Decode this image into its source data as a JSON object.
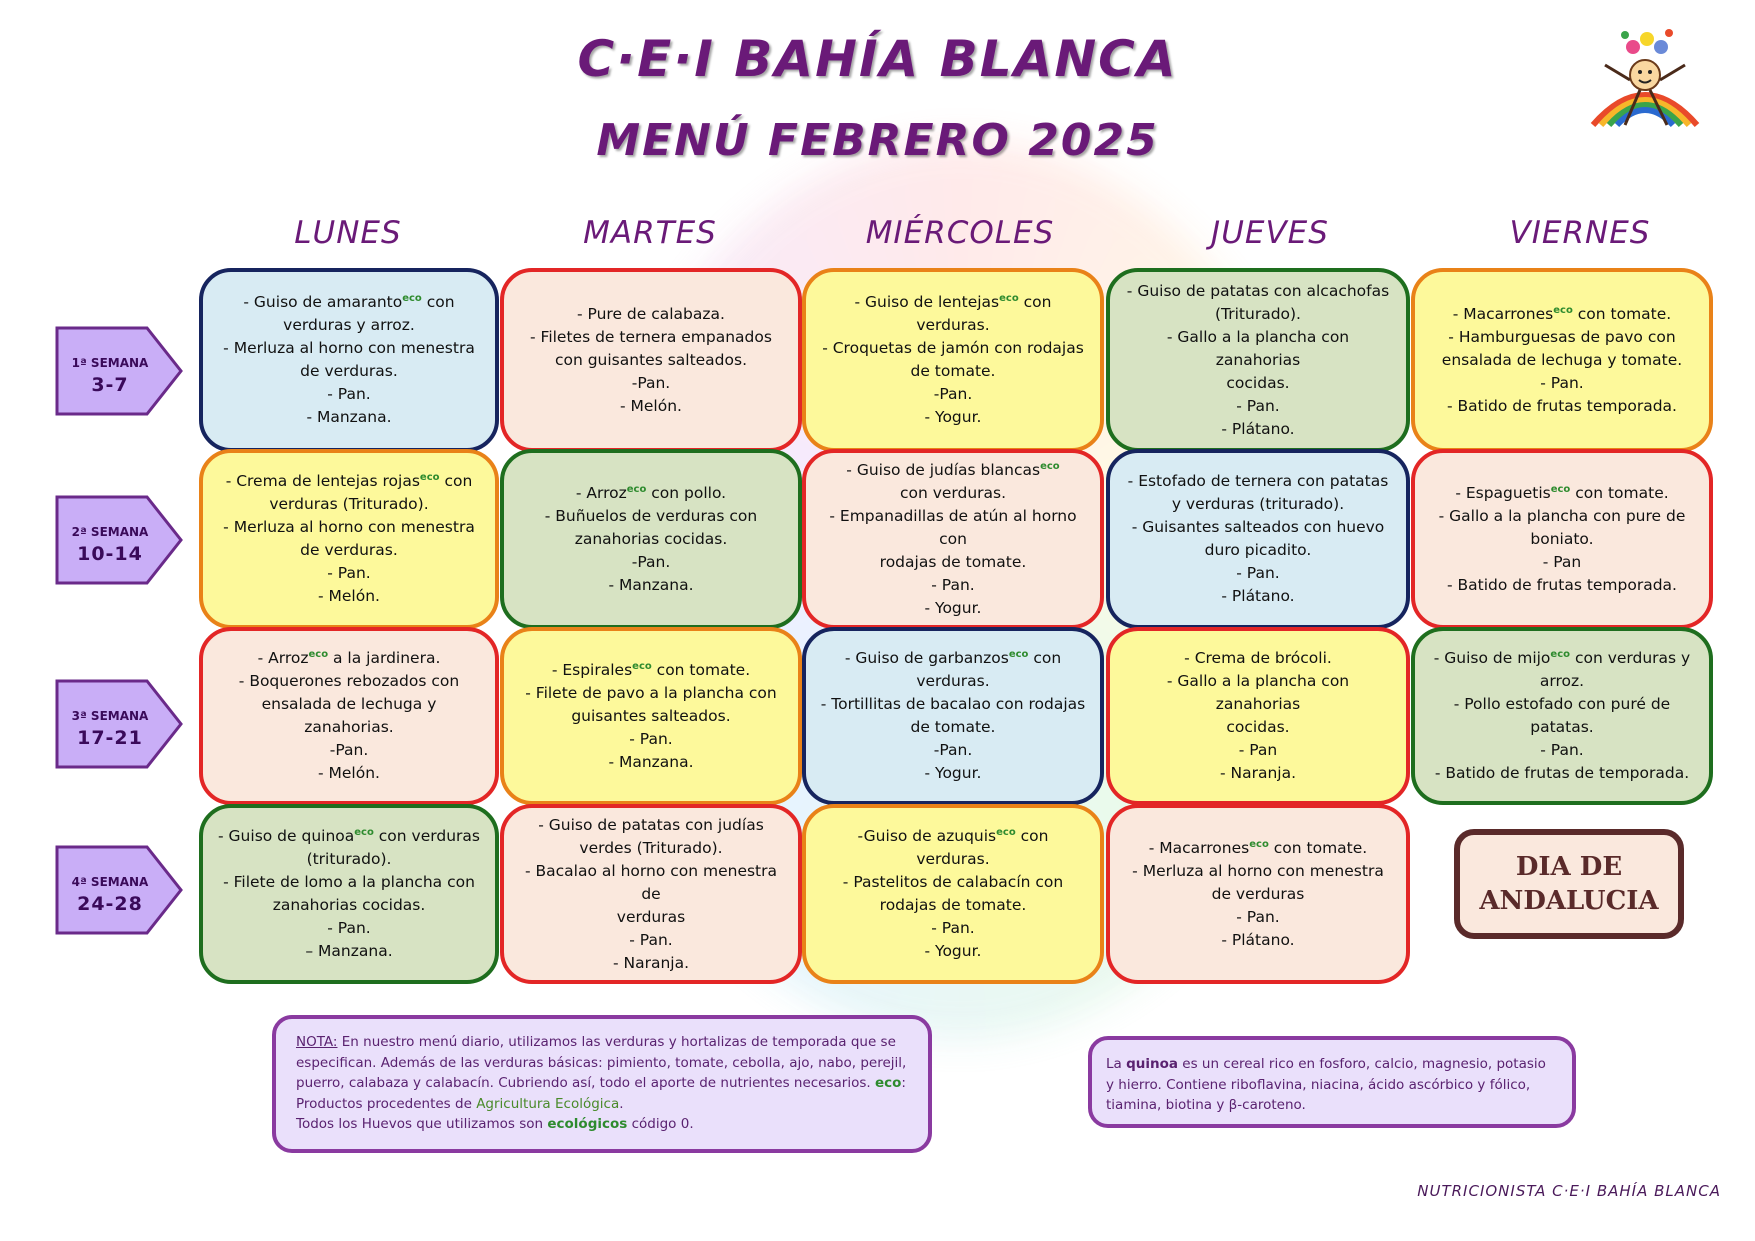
{
  "header": {
    "title": "C·E·I BAHÍA BLANCA",
    "subtitle": "MENÚ FEBRERO 2025"
  },
  "days": [
    "LUNES",
    "MARTES",
    "MIÉRCOLES",
    "JUEVES",
    "VIERNES"
  ],
  "weeks": [
    {
      "label": "1ª SEMANA",
      "range": "3-7"
    },
    {
      "label": "2ª SEMANA",
      "range": "10-14"
    },
    {
      "label": "3ª SEMANA",
      "range": "17-21"
    },
    {
      "label": "4ª SEMANA",
      "range": "24-28"
    }
  ],
  "eco_tag": "eco",
  "menu": [
    [
      {
        "bg": "blue",
        "border": "navy",
        "lines": [
          [
            "- Guiso de amaranto",
            "eco",
            " con"
          ],
          [
            "verduras y arroz."
          ],
          [
            "- Merluza al horno con menestra"
          ],
          [
            "de verduras."
          ],
          [
            "- Pan."
          ],
          [
            "- Manzana."
          ]
        ]
      },
      {
        "bg": "peach",
        "border": "red",
        "lines": [
          [
            "- Pure de calabaza."
          ],
          [
            "- Filetes de ternera empanados"
          ],
          [
            "con guisantes salteados."
          ],
          [
            "-Pan."
          ],
          [
            "- Melón."
          ]
        ]
      },
      {
        "bg": "yellow",
        "border": "orange",
        "lines": [
          [
            "- Guiso de lentejas",
            "eco",
            " con"
          ],
          [
            "verduras."
          ],
          [
            "- Croquetas de jamón con rodajas"
          ],
          [
            "de tomate."
          ],
          [
            "-Pan."
          ],
          [
            "- Yogur."
          ]
        ]
      },
      {
        "bg": "green",
        "border": "dgreen",
        "lines": [
          [
            "- Guiso de patatas con alcachofas"
          ],
          [
            "(Triturado)."
          ],
          [
            "- Gallo a la plancha con zanahorias"
          ],
          [
            "cocidas."
          ],
          [
            "- Pan."
          ],
          [
            "- Plátano."
          ]
        ]
      },
      {
        "bg": "yellow",
        "border": "orange",
        "lines": [
          [
            "- Macarrones",
            "eco",
            " con tomate."
          ],
          [
            "- Hamburguesas de pavo con"
          ],
          [
            "ensalada de lechuga y tomate."
          ],
          [
            "- Pan."
          ],
          [
            "- Batido de frutas temporada."
          ]
        ]
      }
    ],
    [
      {
        "bg": "yellow",
        "border": "orange",
        "lines": [
          [
            "- Crema de lentejas rojas",
            "eco",
            " con"
          ],
          [
            "verduras (Triturado)."
          ],
          [
            "- Merluza al horno con menestra"
          ],
          [
            "de verduras."
          ],
          [
            "- Pan."
          ],
          [
            "- Melón."
          ]
        ]
      },
      {
        "bg": "green",
        "border": "dgreen",
        "lines": [
          [
            "- Arroz",
            "eco",
            " con pollo."
          ],
          [
            "- Buñuelos de verduras con"
          ],
          [
            "zanahorias cocidas."
          ],
          [
            "-Pan."
          ],
          [
            "- Manzana."
          ]
        ]
      },
      {
        "bg": "peach",
        "border": "red",
        "lines": [
          [
            "- Guiso de judías blancas",
            "eco",
            ""
          ],
          [
            "con verduras."
          ],
          [
            "- Empanadillas de atún al horno con"
          ],
          [
            "rodajas de tomate."
          ],
          [
            "- Pan."
          ],
          [
            "- Yogur."
          ]
        ]
      },
      {
        "bg": "blue",
        "border": "navy",
        "lines": [
          [
            "- Estofado de ternera con patatas"
          ],
          [
            "y verduras (triturado)."
          ],
          [
            "- Guisantes salteados con huevo"
          ],
          [
            "duro picadito."
          ],
          [
            "- Pan."
          ],
          [
            "- Plátano."
          ]
        ]
      },
      {
        "bg": "peach",
        "border": "red",
        "lines": [
          [
            "- Espaguetis",
            "eco",
            " con tomate."
          ],
          [
            "- Gallo a la plancha con pure de"
          ],
          [
            "boniato."
          ],
          [
            "- Pan"
          ],
          [
            "- Batido de frutas temporada."
          ]
        ]
      }
    ],
    [
      {
        "bg": "peach",
        "border": "red",
        "lines": [
          [
            "- Arroz",
            "eco",
            " a la jardinera."
          ],
          [
            "- Boquerones rebozados con"
          ],
          [
            "ensalada de lechuga y zanahorias."
          ],
          [
            "-Pan."
          ],
          [
            "- Melón."
          ]
        ]
      },
      {
        "bg": "yellow",
        "border": "orange",
        "lines": [
          [
            "- Espirales",
            "eco",
            " con tomate."
          ],
          [
            "- Filete de pavo a la plancha con"
          ],
          [
            "guisantes salteados."
          ],
          [
            "- Pan."
          ],
          [
            "- Manzana."
          ]
        ]
      },
      {
        "bg": "blue",
        "border": "navy",
        "lines": [
          [
            "- Guiso de garbanzos",
            "eco",
            " con"
          ],
          [
            "verduras."
          ],
          [
            "- Tortillitas de bacalao con rodajas"
          ],
          [
            "de tomate."
          ],
          [
            "-Pan."
          ],
          [
            "- Yogur."
          ]
        ]
      },
      {
        "bg": "yellow",
        "border": "red",
        "lines": [
          [
            "-  Crema de brócoli."
          ],
          [
            "- Gallo a la plancha con zanahorias"
          ],
          [
            "cocidas."
          ],
          [
            "- Pan"
          ],
          [
            "- Naranja."
          ]
        ]
      },
      {
        "bg": "green",
        "border": "dgreen",
        "lines": [
          [
            "- Guiso de mijo",
            "eco",
            " con verduras y"
          ],
          [
            "arroz."
          ],
          [
            "- Pollo estofado con puré de"
          ],
          [
            "patatas."
          ],
          [
            "- Pan."
          ],
          [
            "- Batido de frutas de temporada."
          ]
        ]
      }
    ],
    [
      {
        "bg": "green",
        "border": "dgreen",
        "lines": [
          [
            "- Guiso de quinoa",
            "eco",
            " con verduras"
          ],
          [
            "(triturado)."
          ],
          [
            "- Filete de lomo a la plancha con"
          ],
          [
            "zanahorias cocidas."
          ],
          [
            "- Pan."
          ],
          [
            "– Manzana."
          ]
        ]
      },
      {
        "bg": "peach",
        "border": "red",
        "lines": [
          [
            "- Guiso de patatas con judías"
          ],
          [
            "verdes (Triturado)."
          ],
          [
            "- Bacalao al horno con menestra de"
          ],
          [
            "verduras"
          ],
          [
            "- Pan."
          ],
          [
            "- Naranja."
          ]
        ]
      },
      {
        "bg": "yellow",
        "border": "orange",
        "lines": [
          [
            "-Guiso de azuquis",
            "eco",
            "  con"
          ],
          [
            "verduras."
          ],
          [
            "- Pastelitos de calabacín con"
          ],
          [
            "rodajas de tomate."
          ],
          [
            "- Pan."
          ],
          [
            "- Yogur."
          ]
        ]
      },
      {
        "bg": "peach",
        "border": "red",
        "lines": [
          [
            "- Macarrones",
            "eco",
            " con tomate."
          ],
          [
            "- Merluza al horno con menestra"
          ],
          [
            "de verduras"
          ],
          [
            "- Pan."
          ],
          [
            "- Plátano."
          ]
        ]
      }
    ]
  ],
  "holiday": {
    "line1": "DIA DE",
    "line2": "ANDALUCIA"
  },
  "note1": {
    "label": "NOTA:",
    "text1": " En nuestro menú diario, utilizamos las verduras y hortalizas de temporada que se especifican. Además de las verduras básicas: pimiento, tomate, cebolla, ajo, nabo, perejil, puerro, calabaza y calabacín. Cubriendo así, todo el aporte de nutrientes necesarios. ",
    "eco": "eco",
    "text2": ": Productos procedentes de ",
    "agri": "Agricultura Ecológica",
    "text3": ".",
    "eggs_a": "Todos los Huevos que utilizamos son ",
    "eggs_b": "ecológicos",
    "eggs_c": " código 0."
  },
  "note2": {
    "a": "La ",
    "quinoa": "quinoa",
    "b": " es un cereal rico en fosforo, calcio, magnesio, potasio y hierro. Contiene riboflavina, niacina, ácido ascórbico y fólico, tiamina, biotina y β-caroteno."
  },
  "footer": "NUTRICIONISTA C·E·I BAHÍA BLANCA"
}
